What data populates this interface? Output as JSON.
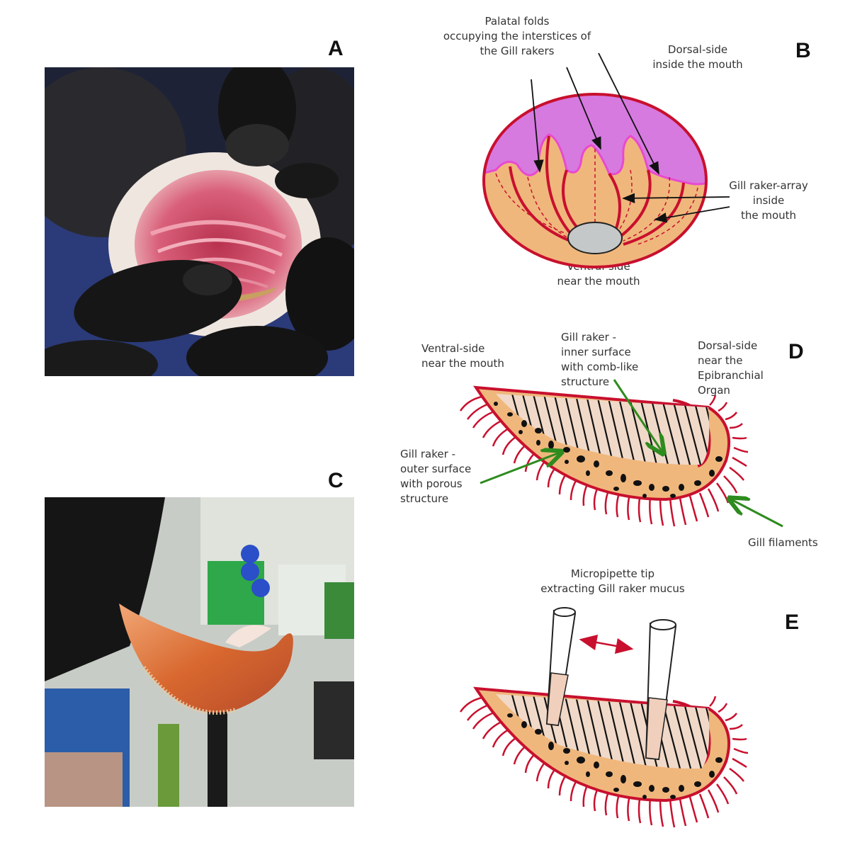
{
  "panels": {
    "a": {
      "letter": "A"
    },
    "b": {
      "letter": "B",
      "palatal_label": "Palatal folds\noccupying the interstices of\nthe Gill rakers",
      "dorsal_label": "Dorsal-side\ninside the mouth",
      "raker_array_label": "Gill raker-array\ninside\nthe mouth",
      "ventral_label": "Ventral-side\nnear the mouth"
    },
    "c": {
      "letter": "C"
    },
    "d": {
      "letter": "D",
      "ventral_label": "Ventral-side\nnear the mouth",
      "inner_label": "Gill raker -\ninner surface\nwith comb-like\nstructure",
      "dorsal_label": "Dorsal-side\nnear the\nEpibranchial\nOrgan",
      "outer_label": "Gill raker -\nouter surface\nwith porous\nstructure",
      "filaments_label": "Gill filaments"
    },
    "e": {
      "letter": "E",
      "micropipette_label": "Micropipette tip\nextracting Gill raker mucus"
    }
  },
  "colors": {
    "gill_red": "#c8102e",
    "tissue_tan": "#f0b77c",
    "palate_purple": "#d67ae0",
    "arrow_green": "#2e8b1e",
    "pale_pink": "#f0d9c8",
    "grey_oval": "#c4c8c8"
  }
}
